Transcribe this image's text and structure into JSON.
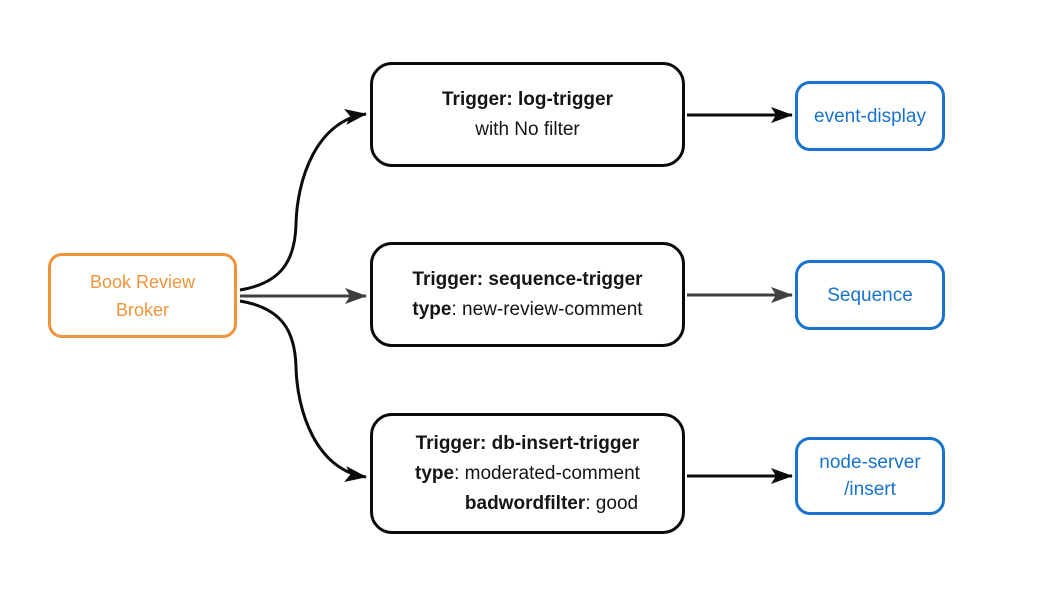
{
  "colors": {
    "canvas-bg": "#ffffff",
    "broker-accent": "#F0943C",
    "sink-accent": "#1873CC",
    "edge-black": "#0b0b0b",
    "edge-gray": "#3f3f3f",
    "text-dark": "#151515"
  },
  "broker": {
    "label_line1": "Book Review",
    "label_line2": "Broker"
  },
  "triggers": [
    {
      "title": "Trigger: log-trigger",
      "subtitle": "with No filter"
    },
    {
      "title": "Trigger: sequence-trigger",
      "attr_key": "type",
      "attr_rest": ": new-review-comment"
    },
    {
      "title": "Trigger: db-insert-trigger",
      "attr1_key": "type",
      "attr1_rest": ": moderated-comment",
      "attr2_key": "badwordfilter",
      "attr2_rest": ": good"
    }
  ],
  "sinks": [
    {
      "label": "event-display"
    },
    {
      "label": "Sequence"
    },
    {
      "label_line1": "node-server",
      "label_line2": "/insert"
    }
  ]
}
